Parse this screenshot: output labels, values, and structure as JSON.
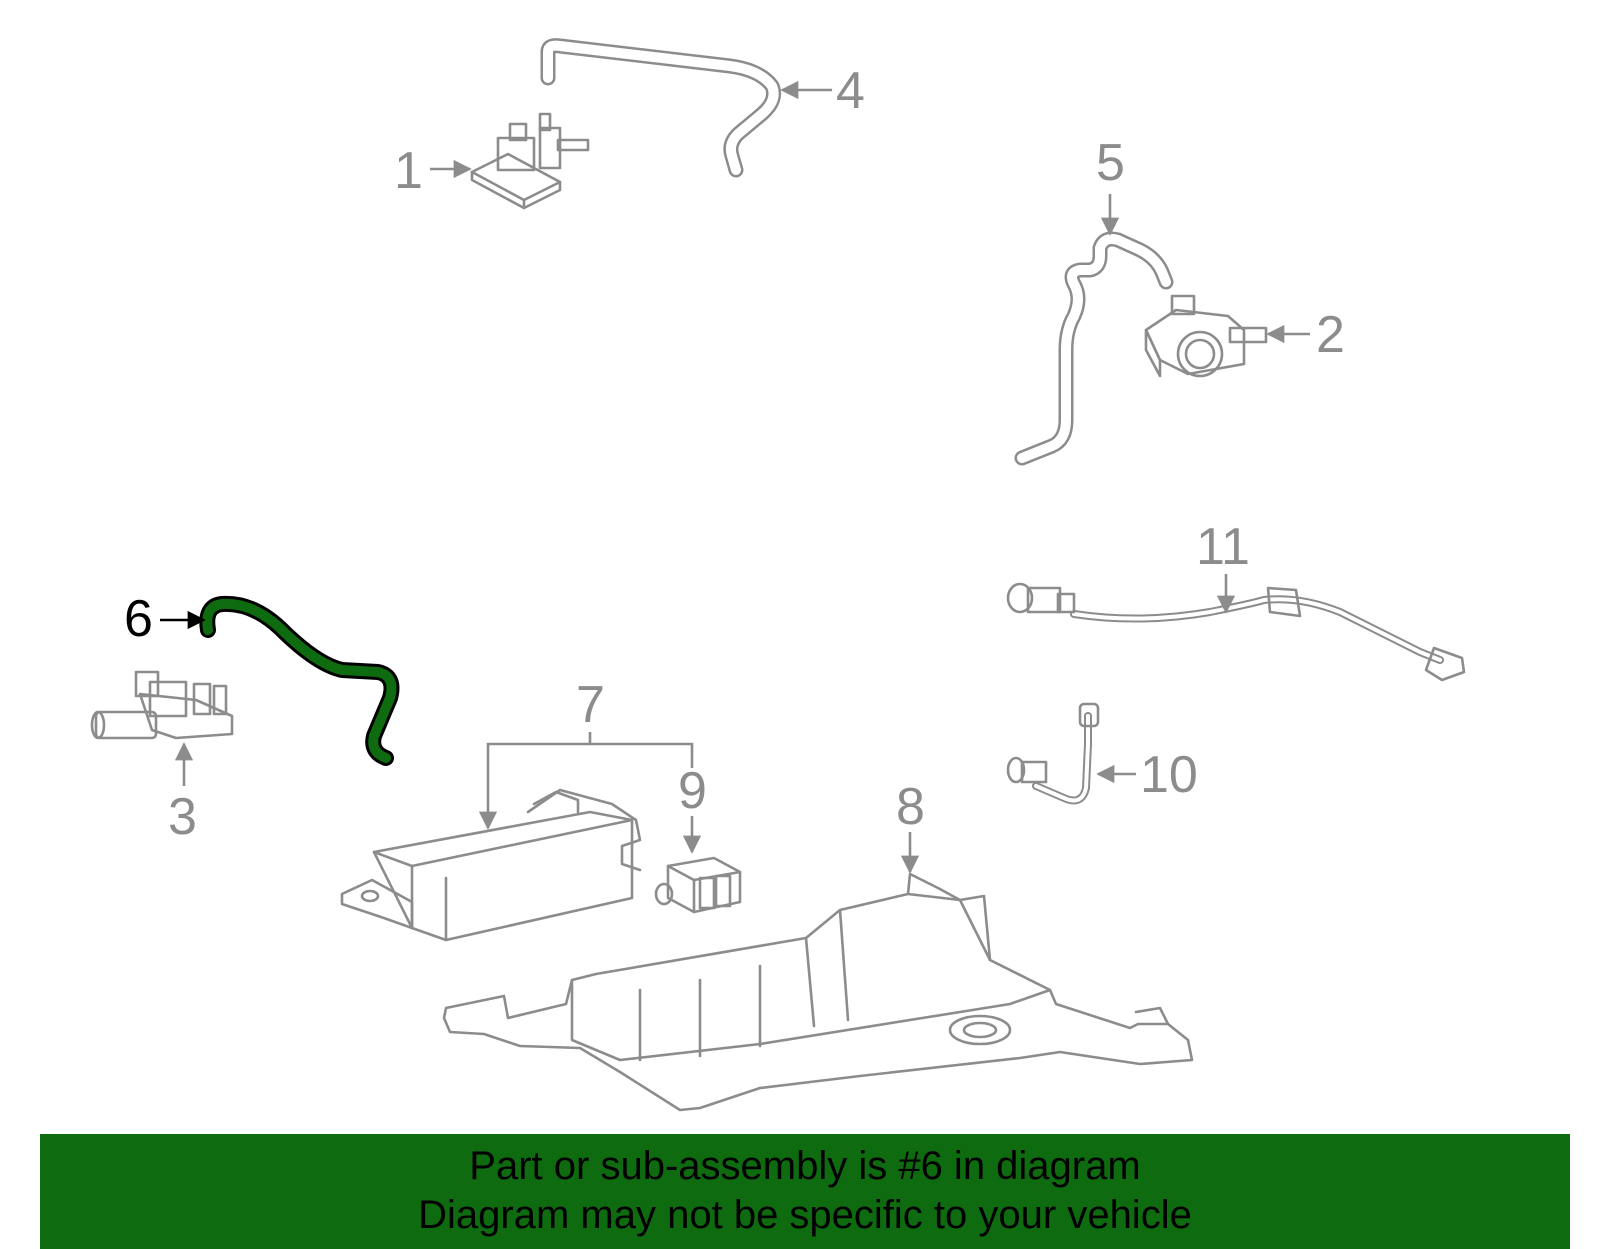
{
  "diagram": {
    "callouts": [
      {
        "id": "1",
        "label": "1"
      },
      {
        "id": "2",
        "label": "2"
      },
      {
        "id": "3",
        "label": "3"
      },
      {
        "id": "4",
        "label": "4"
      },
      {
        "id": "5",
        "label": "5"
      },
      {
        "id": "6",
        "label": "6"
      },
      {
        "id": "7",
        "label": "7"
      },
      {
        "id": "8",
        "label": "8"
      },
      {
        "id": "9",
        "label": "9"
      },
      {
        "id": "10",
        "label": "10"
      },
      {
        "id": "11",
        "label": "11"
      }
    ],
    "highlighted_part": "6",
    "colors": {
      "line_art": "#8c8c8c",
      "highlight": "#0f6b0f",
      "banner_bg": "#0f6b0f",
      "callout_highlight": "#000000"
    }
  },
  "banner": {
    "line1": "Part or sub-assembly is #6 in diagram",
    "line2": "Diagram may not be specific to your vehicle"
  }
}
